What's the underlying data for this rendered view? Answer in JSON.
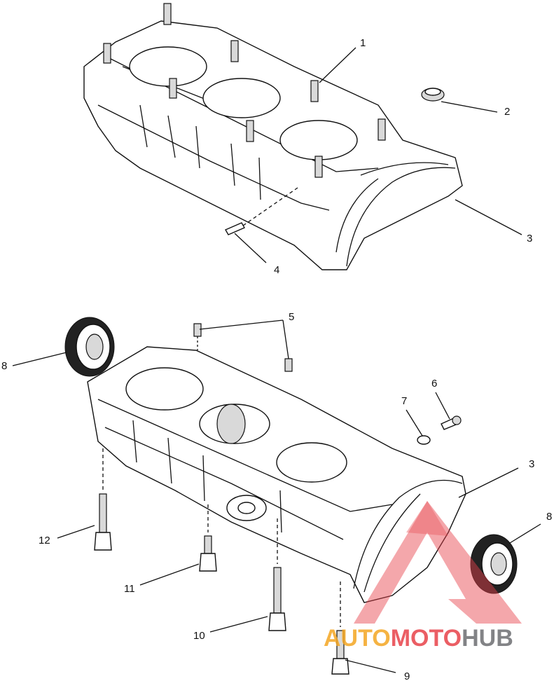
{
  "callouts": {
    "c1": "1",
    "c2": "2",
    "c3_top": "3",
    "c4": "4",
    "c5": "5",
    "c6": "6",
    "c7": "7",
    "c3_bottom": "3",
    "c8_left": "8",
    "c8_right": "8",
    "c9": "9",
    "c10": "10",
    "c11": "11",
    "c12": "12"
  },
  "watermark": {
    "part1": "AUTO",
    "part2": "MOTO",
    "part3": "HUB",
    "color_orange": "#f4a623",
    "color_red": "#e8424a",
    "color_gray": "#6d6e71"
  }
}
